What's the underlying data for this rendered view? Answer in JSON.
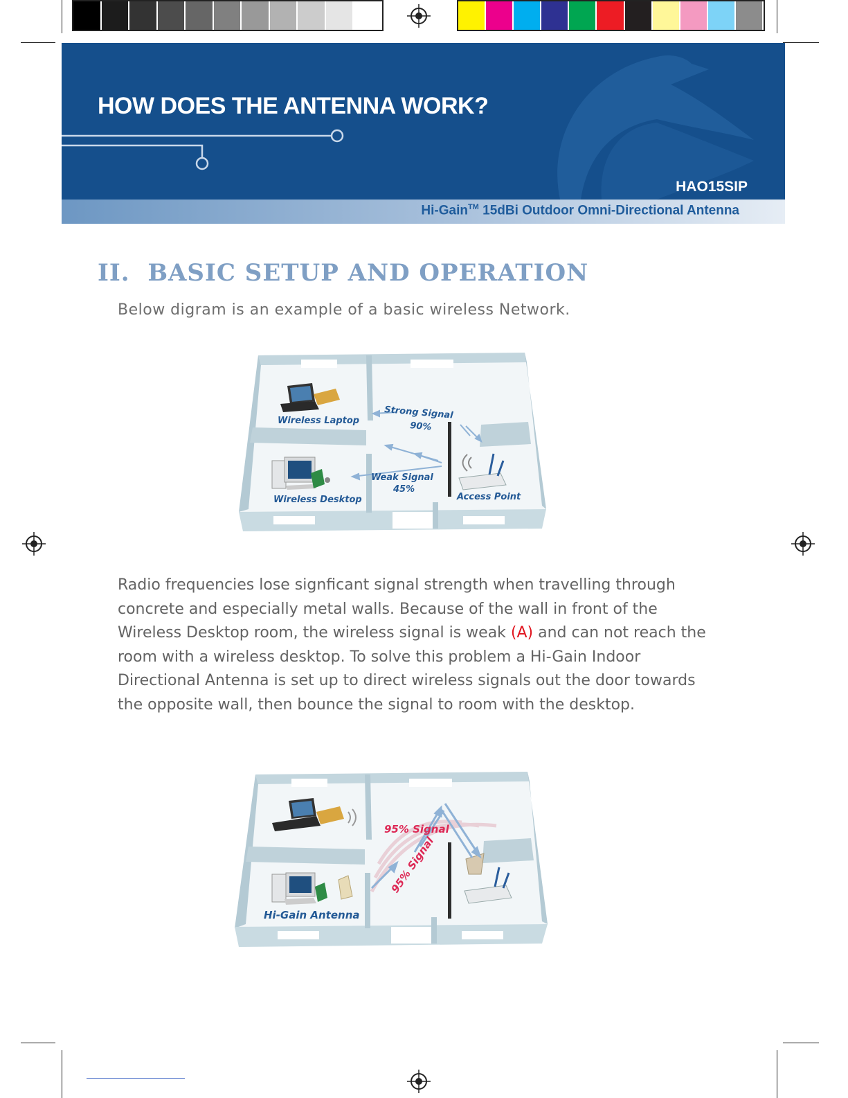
{
  "print_marks": {
    "gray_swatches": [
      "#000000",
      "#1c1c1c",
      "#333333",
      "#4c4c4c",
      "#666666",
      "#808080",
      "#999999",
      "#b2b2b2",
      "#cccccc",
      "#e5e5e5",
      "#ffffff"
    ],
    "color_swatches": [
      "#fff200",
      "#ec008c",
      "#00aeef",
      "#2e3192",
      "#00a651",
      "#ed1c24",
      "#231f20",
      "#fff799",
      "#f49ac1",
      "#7dd3f7",
      "#8c8c8c"
    ]
  },
  "header": {
    "title": "HOW DOES THE ANTENNA WORK?",
    "model": "HAO15SIP",
    "subtitle_brand": "Hi-Gain",
    "subtitle_tm": "TM",
    "subtitle_rest": " 15dBi Outdoor Omni-Directional Antenna",
    "band_color": "#154f8c"
  },
  "section": {
    "title": "II.  BASIC SETUP AND OPERATION",
    "intro": "Below digram is an example of a basic wireless Network."
  },
  "diagram1": {
    "label_laptop": "Wireless Laptop",
    "label_strong_1": "Strong Signal",
    "label_strong_2": "90%",
    "label_weak_1": "Weak Signal",
    "label_weak_2": "45%",
    "label_desktop": "Wireless Desktop",
    "label_access_point": "Access Point"
  },
  "body": {
    "line1": "Radio frequencies lose signficant signal strength when travelling through",
    "line2": "concrete and especially metal walls.  Because of the wall in front of the",
    "line3_a": "Wireless Desktop room, the wireless signal is weak ",
    "line3_hl": "(A)",
    "line3_b": " and can not reach the",
    "line4": "room with a wireless desktop.  To solve this problem a Hi-Gain Indoor",
    "line5": "Directional Antenna is set up to direct wireless signals out the door towards",
    "line6": "the opposite wall, then bounce the signal to room with the desktop."
  },
  "diagram2": {
    "label_signal_1": "95% Signal",
    "label_signal_2": "95% Signal",
    "label_antenna": "Hi-Gain Antenna"
  }
}
